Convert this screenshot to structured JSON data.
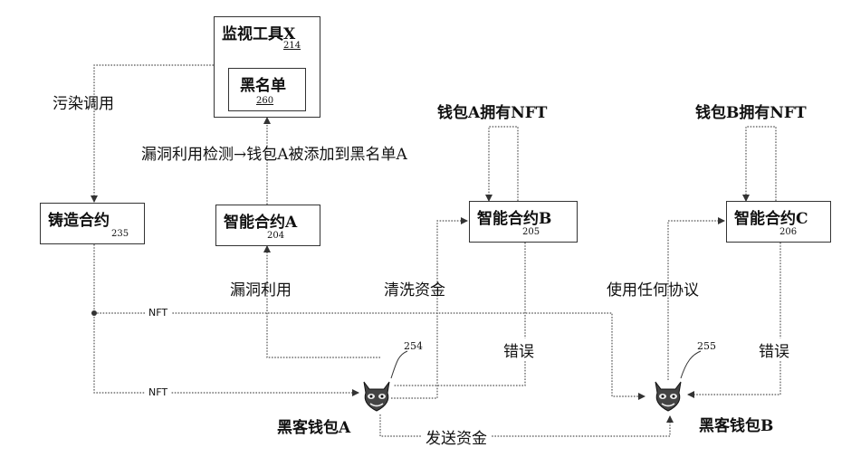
{
  "monitor": {
    "title": "监视工具X",
    "num": "214"
  },
  "blacklist": {
    "title": "黑名单",
    "num": "260"
  },
  "mint": {
    "title": "铸造合约",
    "num": "235"
  },
  "contractA": {
    "title": "智能合约A",
    "num": "204"
  },
  "contractB": {
    "title": "智能合约B",
    "num": "205"
  },
  "contractC": {
    "title": "智能合约C",
    "num": "206"
  },
  "labels": {
    "taint_call": "污染调用",
    "exploit_detect": "漏洞利用检测→钱包A被添加到黑名单A",
    "walletA_owns": "钱包A拥有NFT",
    "walletB_owns": "钱包B拥有NFT",
    "exploit": "漏洞利用",
    "launder": "清洗资金",
    "any_protocol": "使用任何协议",
    "nft_top": "NFT",
    "nft_bottom": "NFT",
    "error_b": "错误",
    "error_c": "错误",
    "send_funds": "发送资金",
    "hackerA_num": "254",
    "hackerB_num": "255",
    "hackerA_name": "黑客钱包A",
    "hackerB_name": "黑客钱包B"
  }
}
